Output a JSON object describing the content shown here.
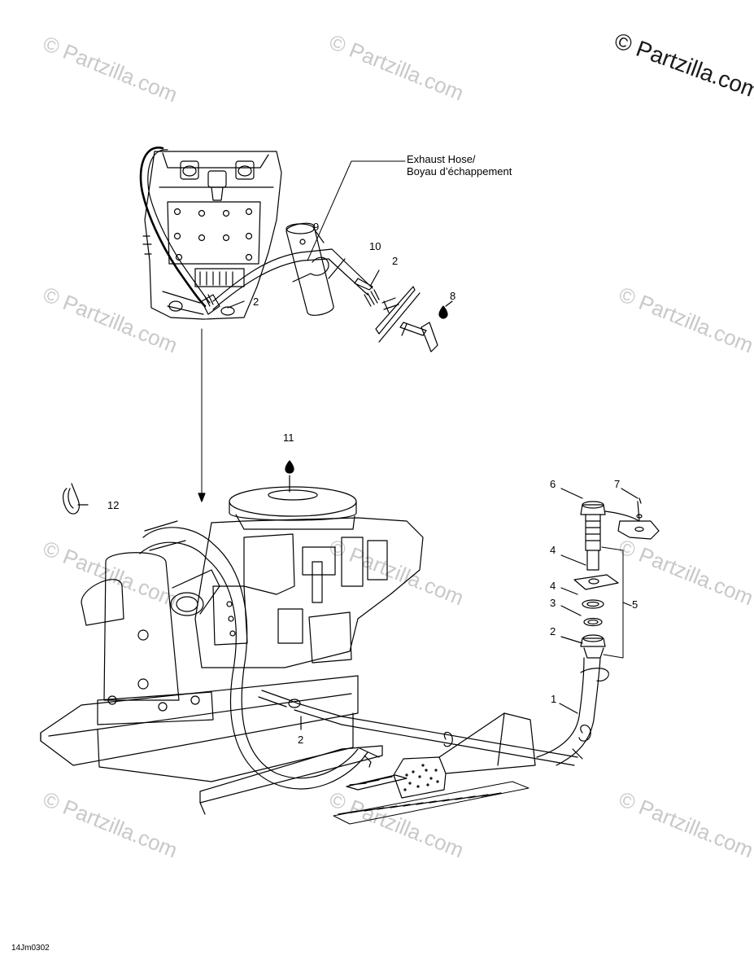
{
  "watermark": {
    "main": "© Partzilla.com",
    "faint": "© Partzilla.com"
  },
  "caption": {
    "line1": "Exhaust Hose/",
    "line2": "Boyau d’échappement"
  },
  "callouts": {
    "c9": "9",
    "c10": "10",
    "c2a": "2",
    "c2b": "2",
    "c8": "8",
    "c11": "11",
    "c12": "12",
    "c6": "6",
    "c7": "7",
    "c4a": "4",
    "c4b": "4",
    "c3": "3",
    "c5": "5",
    "c2c": "2",
    "c1": "1",
    "c2d": "2"
  },
  "figure_code": "14Jm0302"
}
